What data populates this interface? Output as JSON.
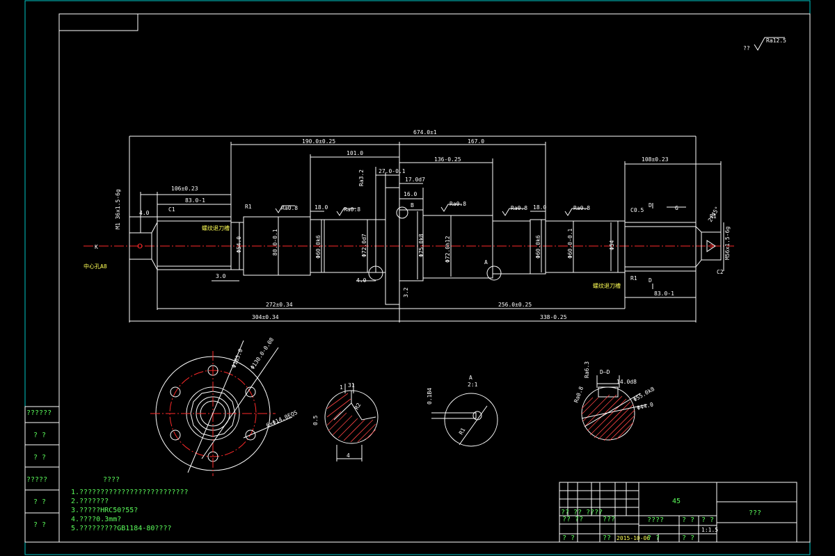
{
  "dims": {
    "overall": "674.0±1",
    "d190": "190.0±0.25",
    "d167": "167.0",
    "d101": "101.0",
    "d27": "27.0-0.1",
    "d136": "136-0.25",
    "d108": "108±0.23",
    "d106": "106±0.23",
    "d83l": "83.0-1",
    "d83r": "83.0-1",
    "d17": "17.0d7",
    "d16": "16.0",
    "d18a": "18.0",
    "d18b": "18.0",
    "d4a": "4.0",
    "d4b": "4.0",
    "d3": "3.0",
    "d272": "272±0.34",
    "d256": "256.0±0.25",
    "d304": "304±0.34",
    "d338": "338-0.25",
    "thread_left": "M1 36x1.5-6g",
    "thread_right": "M56x1.5-6g",
    "chamfer_right": "2×45°",
    "c1": "C1",
    "c05": "C0.5",
    "c2": "C2",
    "r1a": "R1",
    "r1b": "R1",
    "r1c": "R1",
    "k": "K",
    "center_hole": "中心孔A8",
    "b": "B",
    "a": "A",
    "d_top": "D",
    "d_bot": "D",
    "g": "G",
    "dia54": "Φ54.0",
    "dia80": "80.0-0.1",
    "dia60a": "Φ60.0k6",
    "dia72": "Φ72.0d7",
    "dia75": "Φ75.0k8",
    "dia72h": "Φ72.0h12",
    "dia60b": "Φ60.0k6",
    "dia60c": "Φ60.0-0.1",
    "dia54b": "Φ54",
    "ra08a": "Ra0.8",
    "ra08b": "Ra0.8",
    "ra08c": "Ra0.8",
    "ra08d": "Ra0.8",
    "ra08e": "Ra0.8",
    "ra32": "Ra3.2",
    "ra32b": "3.2",
    "note_left": "螺纹退刀槽",
    "note_right": "螺纹退刀槽",
    "corner_q": "??",
    "corner_ra": "Ra12.5"
  },
  "views": {
    "flange_d1": "Φ185.0",
    "flange_d2": "Φ130.0-0.08",
    "flange_holes": "6×Φ14.0EQS",
    "detail1_a": "1",
    "detail1_b": "0.5",
    "detail1_c": "4",
    "detail1_r": "R2",
    "detail1_top": "31",
    "detailA_label": "A",
    "detailA_sub": "2:1",
    "detailA_side": "0.1B4",
    "detailA_r": "R1",
    "dd_label": "D—D",
    "dd_w": "14.0d8",
    "dd_d1": "Φ55.0k8",
    "dd_d2": "Φ44.0",
    "dd_ra1": "Ra6.3",
    "dd_ra2": "Ra0.8"
  },
  "notes": {
    "title": "????",
    "lines": [
      "1.??????????????????????????",
      "2.???????",
      "3.?????HRC50?55?",
      "4.????0.3mm?",
      "5.?????????GB1184-80????"
    ]
  },
  "left_strip": [
    "??????",
    "? ?",
    "? ?",
    "?????",
    "? ?",
    "? ?"
  ],
  "title_block": {
    "material": "45",
    "name": "???",
    "r1": "?? ?? ????",
    "r1b": "???",
    "r2": "?? ??",
    "r2b": "????",
    "r2c": "? ?",
    "r2d": "? ?",
    "r3": "? ?",
    "r3b": "??",
    "date": "2015-10-06",
    "r3c": "? ?",
    "r3d": "? ?",
    "scale": "1:1.5"
  }
}
